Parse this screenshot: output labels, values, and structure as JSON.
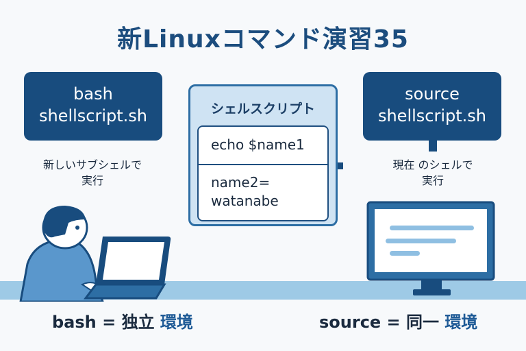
{
  "title": "新Linuxコマンド演習35",
  "left": {
    "command_line1": "bash",
    "command_line2": "shellscript.sh",
    "caption_line1": "新しいサブシェルで",
    "caption_line2": "実行"
  },
  "right": {
    "command_line1": "source",
    "command_line2": "shellscript.sh",
    "caption_line1": "現在 のシェルで",
    "caption_line2": "実行"
  },
  "script": {
    "title": "シェルスクリプト",
    "line1": "echo $name1",
    "line2a": "name2=",
    "line2b": "watanabe"
  },
  "bottom": {
    "left_prefix": "bash = 独立 ",
    "left_accent": "環境",
    "right_prefix": "source = 同一 ",
    "right_accent": "環境"
  },
  "colors": {
    "navy": "#184c7e",
    "light_blue": "#cfe3f3",
    "floor": "#9ecae6"
  }
}
